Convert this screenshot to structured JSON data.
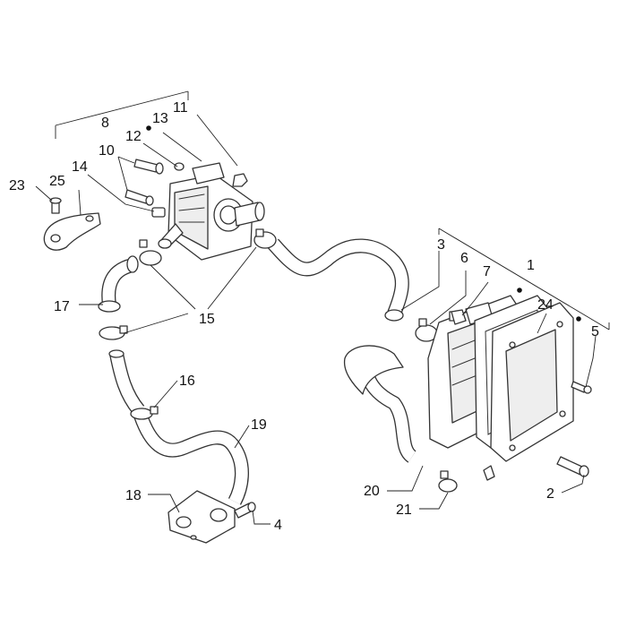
{
  "diagram": {
    "callouts": [
      {
        "id": "c1",
        "label": "1"
      },
      {
        "id": "c2",
        "label": "2"
      },
      {
        "id": "c3",
        "label": "3"
      },
      {
        "id": "c4",
        "label": "4"
      },
      {
        "id": "c5",
        "label": "5"
      },
      {
        "id": "c6",
        "label": "6"
      },
      {
        "id": "c7",
        "label": "7"
      },
      {
        "id": "c8",
        "label": "8"
      },
      {
        "id": "c10",
        "label": "10"
      },
      {
        "id": "c11",
        "label": "11"
      },
      {
        "id": "c12",
        "label": "12"
      },
      {
        "id": "c13",
        "label": "13"
      },
      {
        "id": "c14",
        "label": "14"
      },
      {
        "id": "c15",
        "label": "15"
      },
      {
        "id": "c16",
        "label": "16"
      },
      {
        "id": "c17",
        "label": "17"
      },
      {
        "id": "c18",
        "label": "18"
      },
      {
        "id": "c19",
        "label": "19"
      },
      {
        "id": "c20",
        "label": "20"
      },
      {
        "id": "c21",
        "label": "21"
      },
      {
        "id": "c23",
        "label": "23"
      },
      {
        "id": "c24",
        "label": "24"
      },
      {
        "id": "c25",
        "label": "25"
      }
    ],
    "colors": {
      "line": "#333333",
      "text": "#111111",
      "background": "#ffffff"
    }
  }
}
